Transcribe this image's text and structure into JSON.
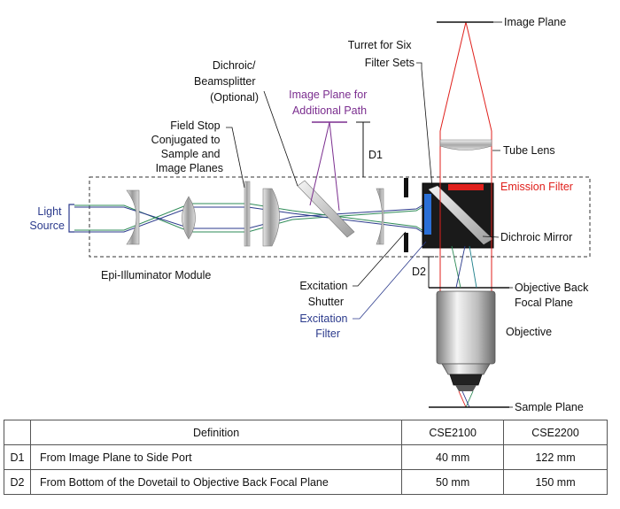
{
  "labels": {
    "image_plane": "Image Plane",
    "turret": [
      "Turret for Six",
      "Filter Sets"
    ],
    "dichroic_beamsplitter": [
      "Dichroic/",
      "Beamsplitter",
      "(Optional)"
    ],
    "image_plane_additional": [
      "Image Plane for",
      "Additional Path"
    ],
    "field_stop": [
      "Field Stop",
      "Conjugated to",
      "Sample and",
      "Image Planes"
    ],
    "d1": "D1",
    "d2": "D2",
    "tube_lens": "Tube Lens",
    "emission_filter": "Emission Filter",
    "light_source": [
      "Light",
      "Source"
    ],
    "dichroic_mirror": "Dichroic Mirror",
    "epi_module": "Epi-Illuminator Module",
    "excitation_shutter": [
      "Excitation",
      "Shutter"
    ],
    "excitation_filter": [
      "Excitation",
      "Filter"
    ],
    "objective_back_focal": [
      "Objective Back",
      "Focal Plane"
    ],
    "objective": "Objective",
    "sample_plane": "Sample Plane"
  },
  "colors": {
    "red": "#e0201c",
    "purple": "#7b2e8f",
    "navy": "#2b3a8c",
    "green": "#2e8b57",
    "teal": "#1e7f8a",
    "blue_filter": "#2a6fd6"
  },
  "table": {
    "headers": [
      "",
      "Definition",
      "CSE2100",
      "CSE2200"
    ],
    "rows": [
      [
        "D1",
        "From Image Plane to Side Port",
        "40 mm",
        "122 mm"
      ],
      [
        "D2",
        "From Bottom of the Dovetail to Objective Back Focal Plane",
        "50 mm",
        "150 mm"
      ]
    ]
  }
}
